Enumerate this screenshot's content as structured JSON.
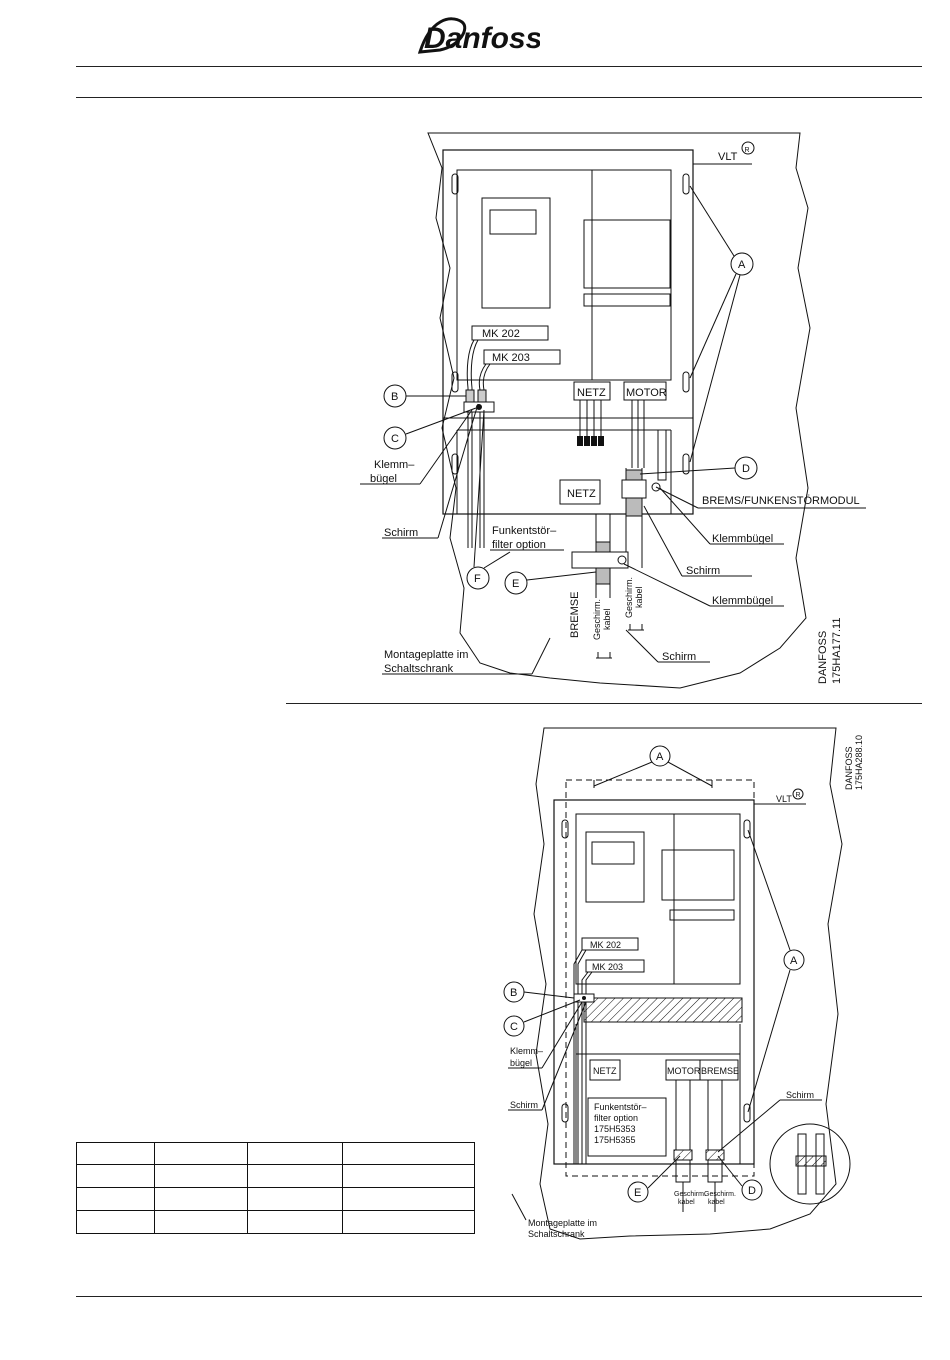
{
  "header": {
    "logo_text": "Danfoss",
    "logo_icon": "danfoss-logo-icon"
  },
  "figure1": {
    "code_line1": "DANFOSS",
    "code_line2": "175HA177.11",
    "vlt": "VLT",
    "registered": "R",
    "mk202": "MK 202",
    "mk203": "MK 203",
    "netz_top": "NETZ",
    "motor": "MOTOR",
    "netz_box": "NETZ",
    "brems_modul": "BREMS/FUNKENSTÖRMODUL",
    "klemm_l1": "Klemm–",
    "klemm_l2": "bügel",
    "schirm_left": "Schirm",
    "funk_l1": "Funkentstör–",
    "funk_l2": "filter option",
    "klemmbuegel_1": "Klemmbügel",
    "schirm_right": "Schirm",
    "klemmbuegel_2": "Klemmbügel",
    "bremse": "BREMSE",
    "geschirm_a1": "Geschirm.",
    "geschirm_a2": "kabel",
    "geschirm_b1": "Geschirm.",
    "geschirm_b2": "kabel",
    "schirm_bottom": "Schirm",
    "montage_l1": "Montageplatte im",
    "montage_l2": "Schaltschrank",
    "callouts": {
      "a": "A",
      "b": "B",
      "c": "C",
      "d": "D",
      "e": "E",
      "f": "F"
    }
  },
  "figure2": {
    "code_line1": "DANFOSS",
    "code_line2": "175HA288.10",
    "vlt": "VLT",
    "registered": "R",
    "mk202": "MK 202",
    "mk203": "MK 203",
    "klemm_l1": "Klemm–",
    "klemm_l2": "bügel",
    "schirm_left": "Schirm",
    "netz": "NETZ",
    "motor": "MOTOR",
    "bremse": "BREMSE",
    "schirm_right": "Schirm",
    "funk_l1": "Funkentstör–",
    "funk_l2": "filter option",
    "funk_l3": "175H5353",
    "funk_l4": "175H5355",
    "geschirm_a1": "Geschirm.",
    "geschirm_a2": "kabel",
    "geschirm_b1": "Geschirm.",
    "geschirm_b2": "kabel",
    "montage_l1": "Montageplatte im",
    "montage_l2": "Schaltschrank",
    "callouts": {
      "a1": "A",
      "a2": "A",
      "b": "B",
      "c": "C",
      "d": "D",
      "e": "E"
    }
  }
}
